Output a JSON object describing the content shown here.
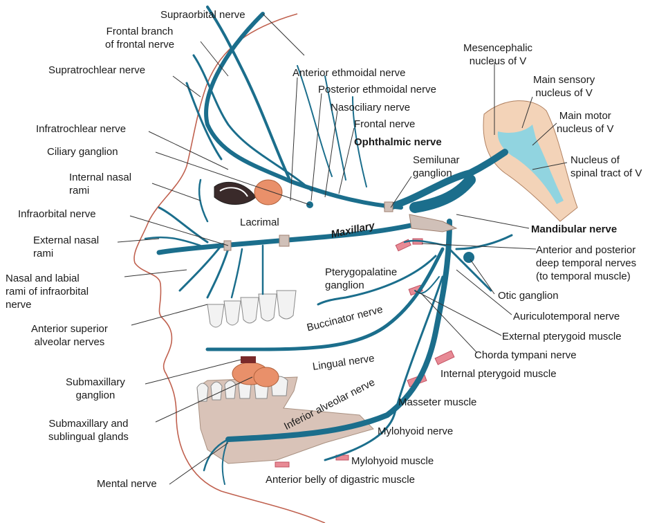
{
  "labels": {
    "supraorbital": "Supraorbital nerve",
    "frontal_branch": "Frontal branch\nof frontal nerve",
    "supratrochlear": "Supratrochlear nerve",
    "anterior_ethmoidal": "Anterior ethmoidal nerve",
    "posterior_ethmoidal": "Posterior ethmoidal nerve",
    "nasociliary": "Nasociliary nerve",
    "frontal_nerve": "Frontal nerve",
    "ophthalmic": "Ophthalmic nerve",
    "infratrochlear": "Infratrochlear nerve",
    "ciliary_ganglion": "Ciliary ganglion",
    "internal_nasal": "Internal nasal\nrami",
    "semilunar": "Semilunar\nganglion",
    "lacrimal": "Lacrimal",
    "maxillary": "Maxillary",
    "infraorbital": "Infraorbital nerve",
    "external_nasal": "External nasal\nrami",
    "nasal_labial": "Nasal and labial\nrami of infraorbital\nnerve",
    "pterygopalatine": "Pterygopalatine\nganglion",
    "buccinator": "Buccinator nerve",
    "anterior_superior_alveolar": "Anterior superior\nalveolar nerves",
    "lingual": "Lingual nerve",
    "submaxillary_ganglion": "Submaxillary\nganglion",
    "submaxillary_glands": "Submaxillary and\nsublingual glands",
    "inferior_alveolar": "Inferior alveolar nerve",
    "mental": "Mental nerve",
    "mylohyoid_nerve": "Mylohyoid nerve",
    "mylohyoid_muscle": "Mylohyoid muscle",
    "digastric": "Anterior belly of digastric muscle",
    "mesencephalic": "Mesencephalic\nnucleus of V",
    "main_sensory": "Main sensory\nnucleus of V",
    "main_motor": "Main motor\nnucleus of V",
    "spinal_tract": "Nucleus of\nspinal tract of V",
    "mandibular": "Mandibular nerve",
    "deep_temporal": "Anterior and posterior\ndeep temporal nerves\n(to temporal muscle)",
    "otic": "Otic ganglion",
    "auriculotemporal": "Auriculotemporal nerve",
    "external_pterygoid": "External pterygoid muscle",
    "chorda_tympani": "Chorda tympani nerve",
    "internal_pterygoid": "Internal pterygoid muscle",
    "masseter": "Masseter muscle"
  },
  "colors": {
    "nerve": "#1b6e8c",
    "nerve_light": "#4aa3c2",
    "skin_outline": "#c0614f",
    "muscle": "#e88a95",
    "gland": "#e9906a",
    "brainstem": "#f3d3b8",
    "brainstem_nucleus": "#7fd3e6",
    "bone": "#d9c3b8",
    "teeth": "#f2f2f2",
    "leader": "#333333"
  }
}
